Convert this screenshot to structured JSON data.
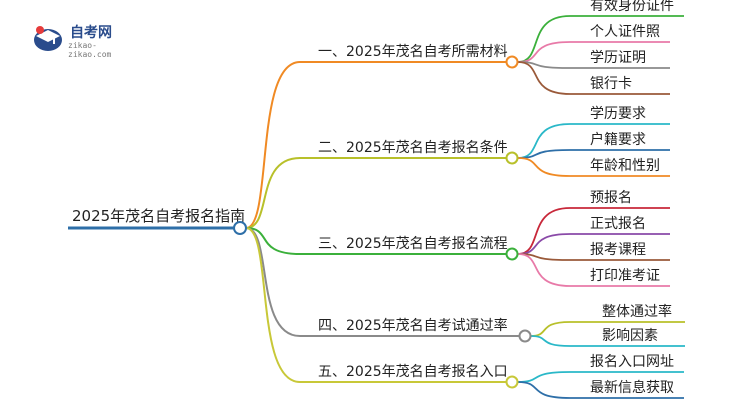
{
  "logo": {
    "name": "自考网",
    "domain": "zikao-zikao.com"
  },
  "root": {
    "label": "2025年茂名自考报名指南",
    "color": "#2e6fa8"
  },
  "branches": [
    {
      "label": "一、2025年茂名自考所需材料",
      "color": "#f08a24",
      "children": [
        {
          "label": "有效身份证件",
          "color": "#3bb03b"
        },
        {
          "label": "个人证件照",
          "color": "#e87aa8"
        },
        {
          "label": "学历证明",
          "color": "#8a8a8a"
        },
        {
          "label": "银行卡",
          "color": "#9a5a3a"
        }
      ]
    },
    {
      "label": "二、2025年茂名自考报名条件",
      "color": "#b8c02a",
      "children": [
        {
          "label": "学历要求",
          "color": "#2ab8c8"
        },
        {
          "label": "户籍要求",
          "color": "#2e6fa8"
        },
        {
          "label": "年龄和性别",
          "color": "#f08a24"
        }
      ]
    },
    {
      "label": "三、2025年茂名自考报名流程",
      "color": "#3bb03b",
      "children": [
        {
          "label": "预报名",
          "color": "#c8283a"
        },
        {
          "label": "正式报名",
          "color": "#8a4aa8"
        },
        {
          "label": "报考课程",
          "color": "#9a5a3a"
        },
        {
          "label": "打印准考证",
          "color": "#e87aa8"
        }
      ]
    },
    {
      "label": "四、2025年茂名自考试通过率",
      "color": "#8a8a8a",
      "children": [
        {
          "label": "整体通过率",
          "color": "#b8c02a"
        },
        {
          "label": "影响因素",
          "color": "#2ab8c8"
        }
      ]
    },
    {
      "label": "五、2025年茂名自考报名入口",
      "color": "#c8c838",
      "children": [
        {
          "label": "报名入口网址",
          "color": "#2ab8c8"
        },
        {
          "label": "最新信息获取",
          "color": "#2e6fa8"
        }
      ]
    }
  ]
}
